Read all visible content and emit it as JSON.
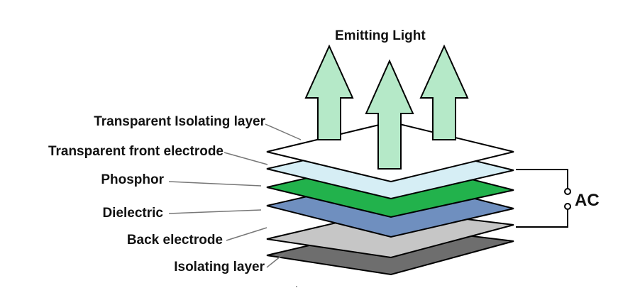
{
  "title": "Emitting Light",
  "power_label": "AC",
  "layers": [
    {
      "label": "Transparent Isolating layer",
      "color": "#ffffff"
    },
    {
      "label": "Transparent front electrode",
      "color": "#d6eef5"
    },
    {
      "label": "Phosphor",
      "color": "#22b24c"
    },
    {
      "label": "Dielectric",
      "color": "#6f8fbf"
    },
    {
      "label": "Back electrode",
      "color": "#c6c6c6"
    },
    {
      "label": "Isolating layer",
      "color": "#6e6e6e"
    }
  ],
  "arrow_color": "#b5e9c8",
  "stroke_color": "#000000"
}
